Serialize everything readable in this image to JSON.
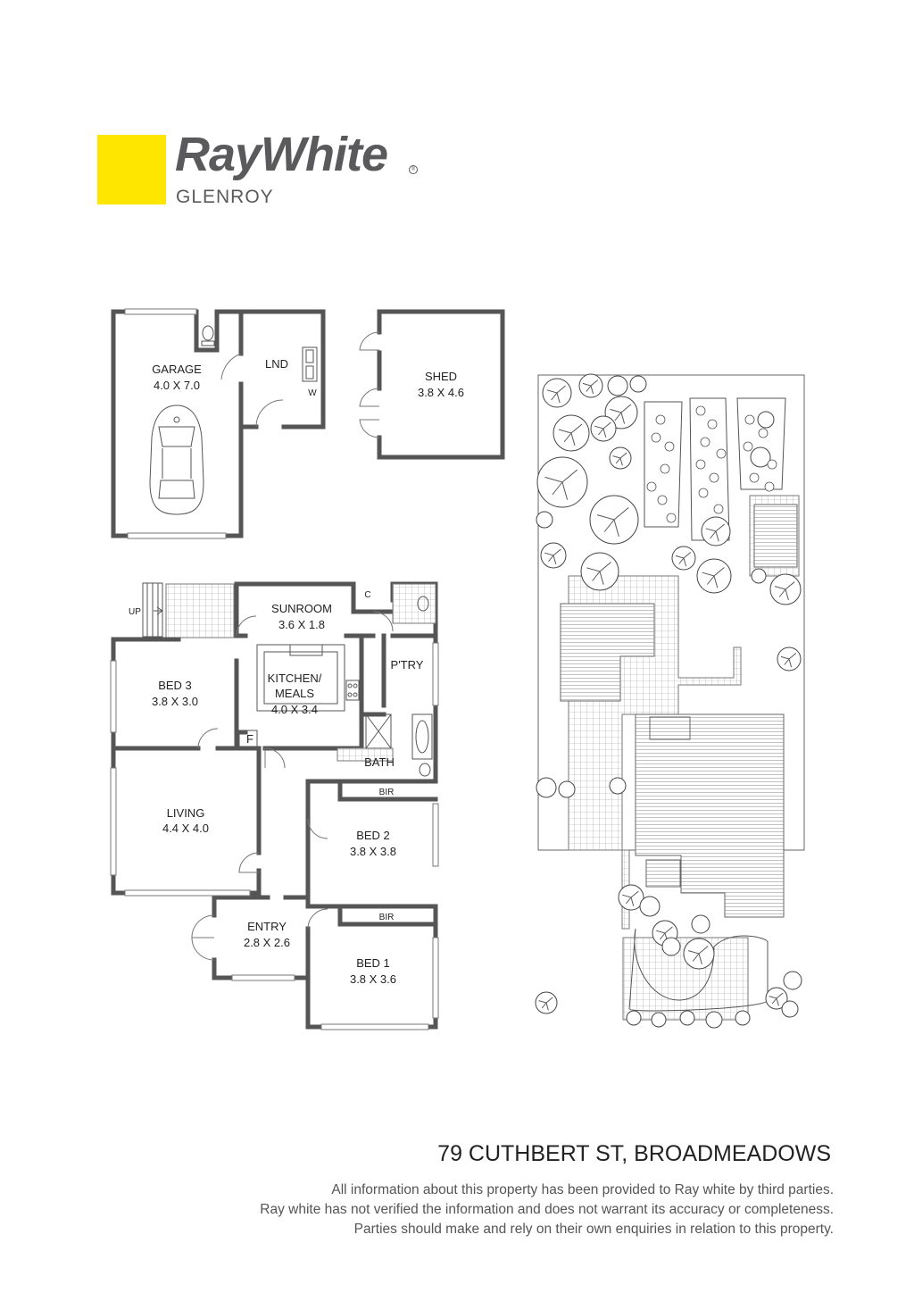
{
  "brand": {
    "name": "RayWhite",
    "registered_mark": "®",
    "office": "GLENROY",
    "colors": {
      "accent": "#ffe600",
      "text": "#5a5a5c"
    }
  },
  "outbuildings": {
    "garage": {
      "name": "GARAGE",
      "size": "4.0 X 7.0"
    },
    "laundry": {
      "name": "LND",
      "marker": "W"
    },
    "shed": {
      "name": "SHED",
      "size": "3.8 X 4.6"
    }
  },
  "house": {
    "stairs_label": "UP",
    "rooms": [
      {
        "key": "sunroom",
        "name": "SUNROOM",
        "size": "3.6 X 1.8"
      },
      {
        "key": "kitchen",
        "name": "KITCHEN/",
        "name2": "MEALS",
        "size": "4.0 X 3.4"
      },
      {
        "key": "pantry",
        "name": "P'TRY"
      },
      {
        "key": "bed3",
        "name": "BED 3",
        "size": "3.8 X 3.0"
      },
      {
        "key": "living",
        "name": "LIVING",
        "size": "4.4 X 4.0"
      },
      {
        "key": "bath",
        "name": "BATH"
      },
      {
        "key": "bed2",
        "name": "BED 2",
        "size": "3.8 X 3.8"
      },
      {
        "key": "entry",
        "name": "ENTRY",
        "size": "2.8 X 2.6"
      },
      {
        "key": "bed1",
        "name": "BED 1",
        "size": "3.8 X 3.6"
      }
    ],
    "markers": {
      "cupboard": "C",
      "fridge": "F",
      "bir_1": "BIR",
      "bir_2": "BIR"
    }
  },
  "property": {
    "address": "79 CUTHBERT ST, BROADMEADOWS"
  },
  "disclaimer": [
    "All information about this property has been provided to Ray white by third parties.",
    "Ray white has not verified the information and does not warrant its accuracy or completeness.",
    "Parties should make and rely on their own enquiries in relation to this property."
  ]
}
